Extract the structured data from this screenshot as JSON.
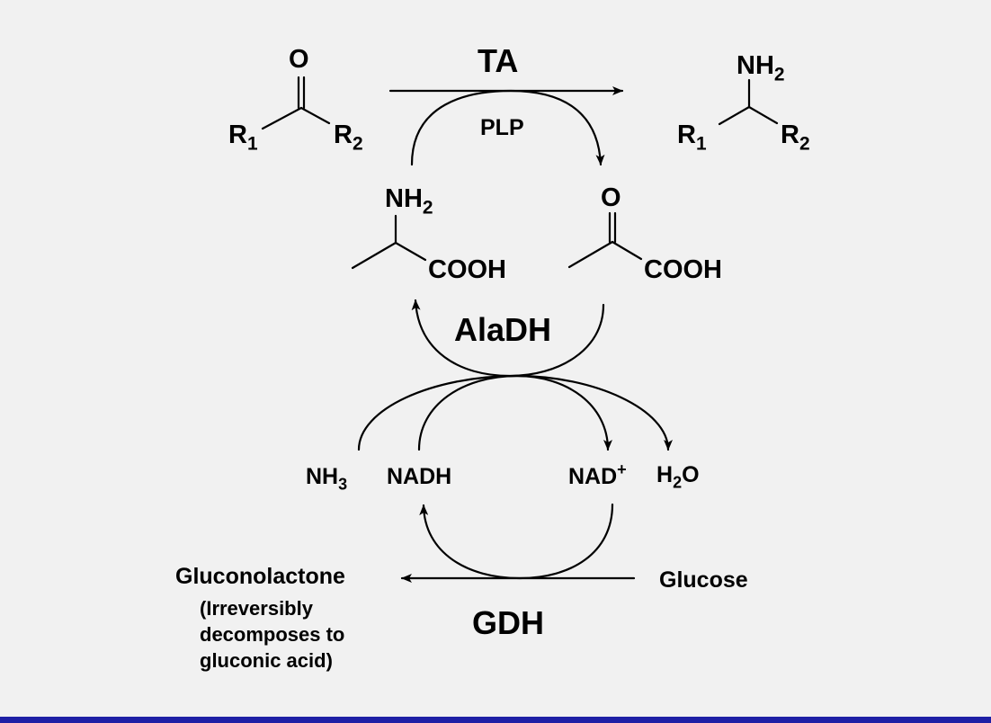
{
  "colors": {
    "background": "#f1f1f1",
    "ink": "#000000",
    "bottom_bar": "#1e1fa5"
  },
  "enzymes": {
    "transaminase": "TA",
    "cofactor": "PLP",
    "alanine_dehydrogenase": "AlaDH",
    "glucose_dehydrogenase": "GDH"
  },
  "ketone_substrate": {
    "oxygen": "O",
    "r1": "R",
    "r1_sub": "1",
    "r2": "R",
    "r2_sub": "2"
  },
  "amine_product": {
    "amine": "NH",
    "amine_sub": "2",
    "r1": "R",
    "r1_sub": "1",
    "r2": "R",
    "r2_sub": "2"
  },
  "alanine": {
    "amine": "NH",
    "amine_sub": "2",
    "acid": "COOH"
  },
  "pyruvate": {
    "oxygen": "O",
    "acid": "COOH"
  },
  "cofactors": {
    "ammonia": "NH",
    "ammonia_sub": "3",
    "nadh": "NADH",
    "nad": "NAD",
    "nad_sup": "+",
    "water_h": "H",
    "water_sub": "2",
    "water_o": "O"
  },
  "gdh_reaction": {
    "product": "Gluconolactone",
    "note_lines": [
      "(Irreversibly",
      "decomposes to",
      "gluconic acid)"
    ],
    "substrate": "Glucose"
  }
}
